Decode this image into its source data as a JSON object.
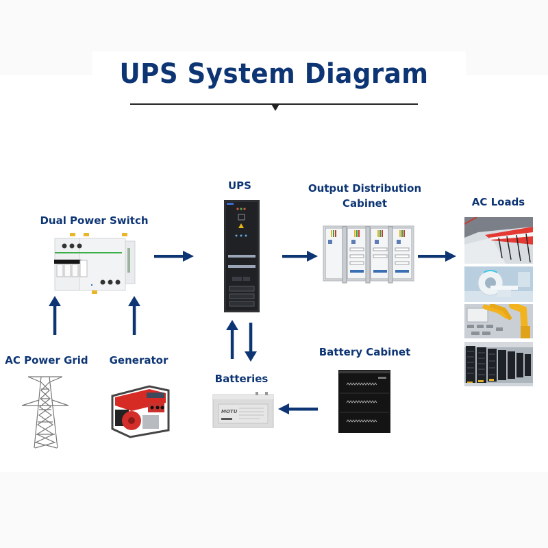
{
  "title": "UPS System Diagram",
  "colors": {
    "title": "#0d3574",
    "label": "#0d3574",
    "arrow": "#0d3574",
    "background": "#fafafa",
    "panel": "#ffffff"
  },
  "nodes": {
    "dual_power_switch": {
      "label": "Dual Power Switch",
      "icon": "dual-power-switch-image"
    },
    "ac_power_grid": {
      "label": "AC Power Grid",
      "icon": "transmission-tower-image"
    },
    "generator": {
      "label": "Generator",
      "icon": "generator-image"
    },
    "ups": {
      "label": "UPS",
      "icon": "ups-cabinet-image"
    },
    "output_distribution_cabinet": {
      "label_line1": "Output Distribution",
      "label_line2": "Cabinet",
      "icon": "distribution-cabinet-image"
    },
    "ac_loads": {
      "label": "AC Loads",
      "images": [
        "metro-train-image",
        "mri-scanner-image",
        "industrial-robot-image",
        "server-racks-image"
      ]
    },
    "battery_cabinet": {
      "label": "Battery Cabinet",
      "icon": "battery-cabinet-image"
    },
    "batteries": {
      "label": "Batteries",
      "icon": "battery-image",
      "brand": "MOTU"
    }
  },
  "flows": [
    {
      "from": "AC Power Grid",
      "to": "Dual Power Switch",
      "direction": "up"
    },
    {
      "from": "Generator",
      "to": "Dual Power Switch",
      "direction": "up"
    },
    {
      "from": "Dual Power Switch",
      "to": "UPS",
      "direction": "right"
    },
    {
      "from": "UPS",
      "to": "Output Distribution Cabinet",
      "direction": "right"
    },
    {
      "from": "Output Distribution Cabinet",
      "to": "AC Loads",
      "direction": "right"
    },
    {
      "from": "Batteries",
      "to": "UPS",
      "direction": "up"
    },
    {
      "from": "UPS",
      "to": "Batteries",
      "direction": "down"
    },
    {
      "from": "Battery Cabinet",
      "to": "Batteries",
      "direction": "left"
    }
  ]
}
